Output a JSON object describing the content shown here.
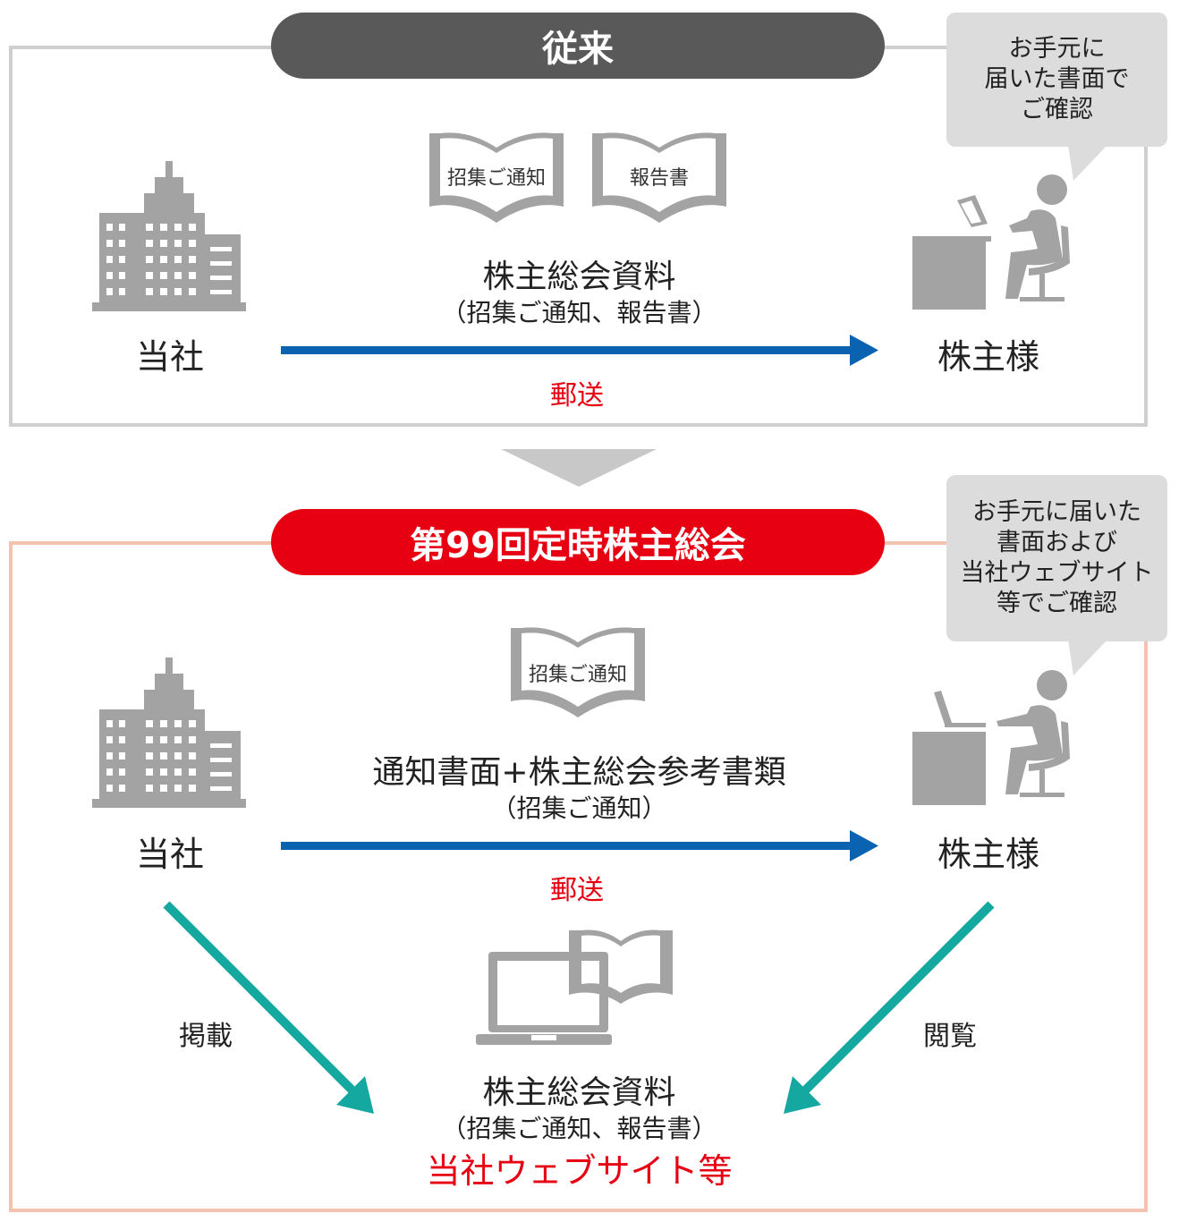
{
  "conventional": {
    "title": "従来",
    "bubble": [
      "お手元に",
      "届いた書面で",
      "ご確認"
    ],
    "book_labels": [
      "招集ご通知",
      "報告書"
    ],
    "material_title": "株主総会資料",
    "material_sub": "（招集ご通知、報告書）",
    "company": "当社",
    "shareholder": "株主様",
    "mail_label": "郵送"
  },
  "new": {
    "title": "第99回定時株主総会",
    "bubble": [
      "お手元に届いた",
      "書面および",
      "当社ウェブサイト",
      "等でご確認"
    ],
    "book_label": "招集ご通知",
    "notice_title": "通知書面+株主総会参考書類",
    "notice_sub": "（招集ご通知）",
    "company": "当社",
    "shareholder": "株主様",
    "mail_label": "郵送",
    "post_label": "掲載",
    "view_label": "閲覧",
    "web_material_title": "株主総会資料",
    "web_material_sub": "（招集ご通知、報告書）",
    "website_label": "当社ウェブサイト等"
  },
  "colors": {
    "gray_frame": "#cfcfcf",
    "pink_frame": "#f3c3ad",
    "dark_pill": "#595959",
    "red_pill": "#e60012",
    "blue_arrow": "#0a63b0",
    "teal_arrow": "#14a8a0",
    "icon_gray": "#a3a3a3",
    "red_text": "#e60012"
  }
}
